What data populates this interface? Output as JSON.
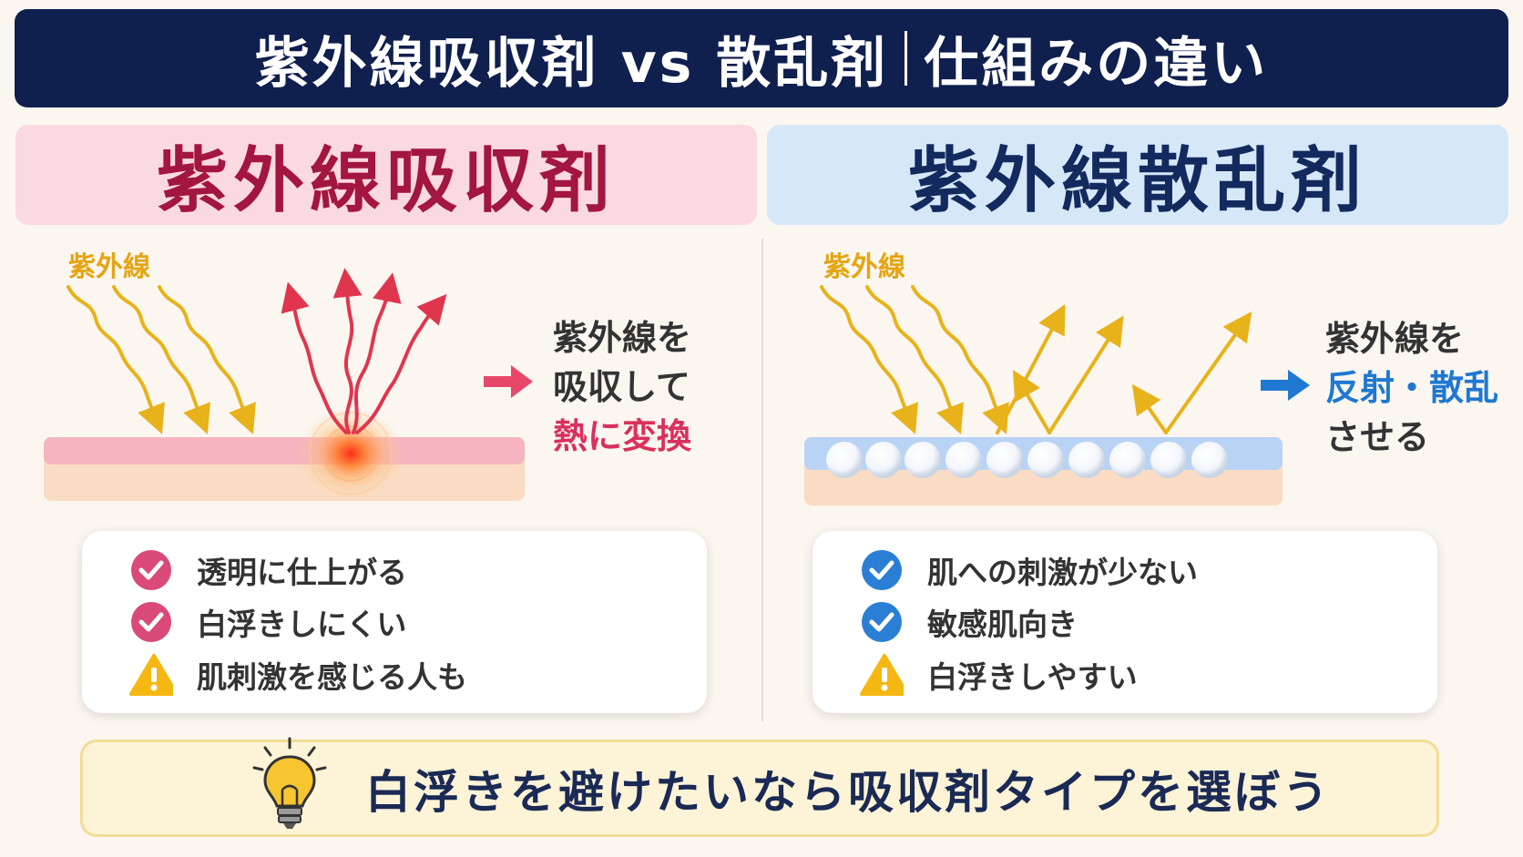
{
  "title": {
    "main": "紫外線吸収剤 vs 散乱剤",
    "sub": "仕組みの違い"
  },
  "absorber": {
    "heading": "紫外線吸収剤",
    "uv_label": "紫外線",
    "desc": [
      "紫外線を",
      "吸収して",
      "熱に変換"
    ],
    "features": [
      {
        "icon": "check-icon",
        "text": "透明に仕上がる"
      },
      {
        "icon": "check-icon",
        "text": "白浮きしにくい"
      },
      {
        "icon": "warning-icon",
        "text": "肌刺激を感じる人も"
      }
    ]
  },
  "scatterer": {
    "heading": "紫外線散乱剤",
    "uv_label": "紫外線",
    "desc": [
      "紫外線を",
      "反射・散乱",
      "させる"
    ],
    "features": [
      {
        "icon": "check-icon",
        "text": "肌への刺激が少ない"
      },
      {
        "icon": "check-icon",
        "text": "敏感肌向き"
      },
      {
        "icon": "warning-icon",
        "text": "白浮きしやすい"
      }
    ]
  },
  "tip": {
    "icon": "lightbulb-icon",
    "text": "白浮きを避けたいなら吸収剤タイプを選ぼう"
  },
  "colors": {
    "title_bg": "#0f1f4e",
    "absorber_accent": "#a3163f",
    "absorber_highlight": "#d9305c",
    "scatterer_accent": "#132a5e",
    "scatterer_highlight": "#1f78d1",
    "uv_yellow": "#e5a512",
    "heat_red": "#e0364d"
  }
}
